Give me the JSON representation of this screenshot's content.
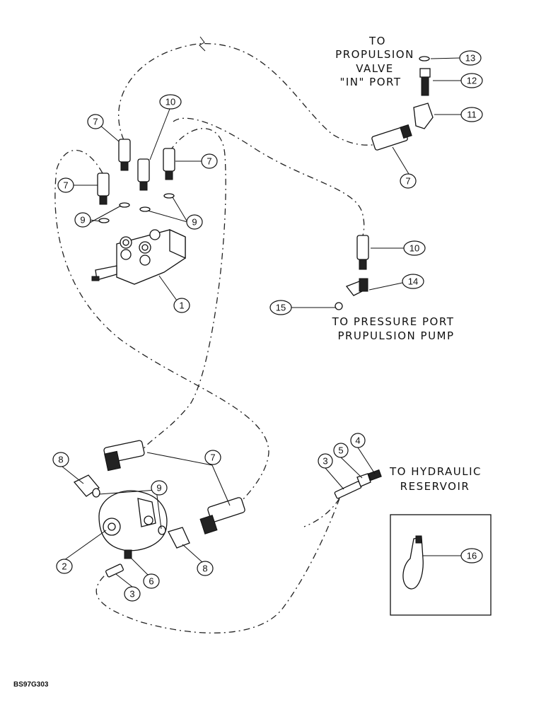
{
  "callouts": {
    "c1": "1",
    "c2": "2",
    "c3": "3",
    "c4": "4",
    "c5": "5",
    "c6": "6",
    "c7": "7",
    "c8": "8",
    "c9": "9",
    "c10": "10",
    "c11": "11",
    "c12": "12",
    "c13": "13",
    "c14": "14",
    "c15": "15",
    "c16": "16"
  },
  "notes": {
    "propulsion": [
      "TO",
      "PROPULSION",
      "VALVE",
      "\"IN\" PORT"
    ],
    "pressure": [
      "TO PRESSURE PORT",
      "PRUPULSION PUMP"
    ],
    "reservoir": [
      "TO HYDRAULIC",
      "RESERVOIR"
    ]
  },
  "drawing_code": "BS97G303"
}
